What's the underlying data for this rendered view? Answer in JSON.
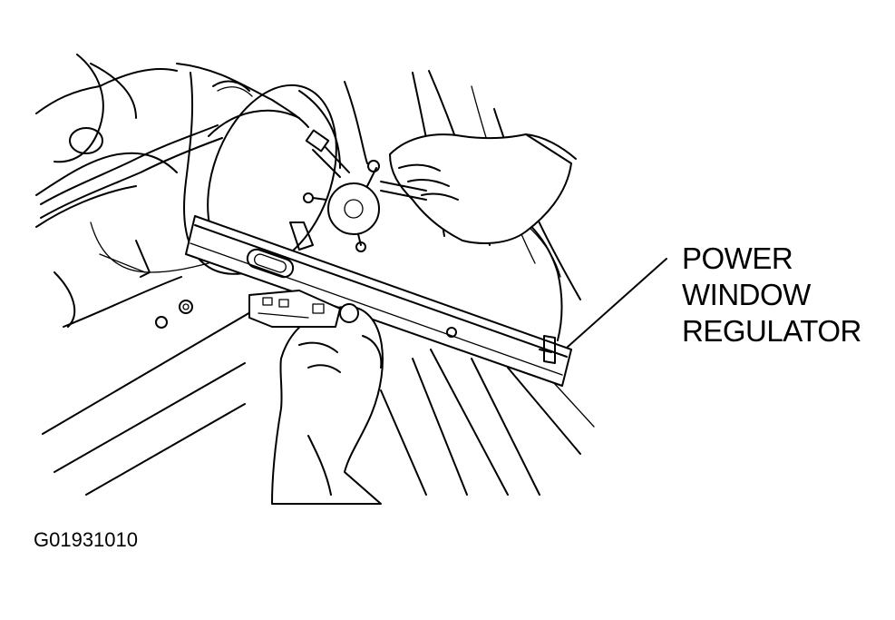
{
  "callout": {
    "line1": "POWER",
    "line2": "WINDOW",
    "line3": "REGULATOR"
  },
  "figure_id": "G01931010",
  "colors": {
    "ink": "#000000",
    "paper": "#ffffff"
  }
}
